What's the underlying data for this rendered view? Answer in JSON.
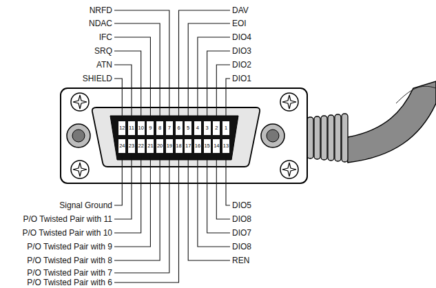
{
  "diagram": {
    "labels": [
      "NRFD",
      "NDAC",
      "IFC",
      "SRQ",
      "ATN",
      "SHIELD",
      "DAV",
      "EOI",
      "DIO4",
      "DIO3",
      "DIO2",
      "DIO1",
      "12",
      "11",
      "10",
      "9",
      "8",
      "7",
      "6",
      "5",
      "4",
      "3",
      "2",
      "1",
      "24",
      "23",
      "22",
      "21",
      "20",
      "19",
      "18",
      "17",
      "16",
      "15",
      "14",
      "13",
      "Signal Ground",
      "P/O Twisted Pair with 11",
      "P/O Twisted Pair with 10",
      "P/O Twisted Pair with 9",
      "P/O Twisted Pair with 8",
      "P/O Twisted Pair with 7",
      "P/O Twisted Pair with 6",
      "DIO5",
      "DIO8",
      "DIO7",
      "DIO8",
      "REN"
    ]
  }
}
